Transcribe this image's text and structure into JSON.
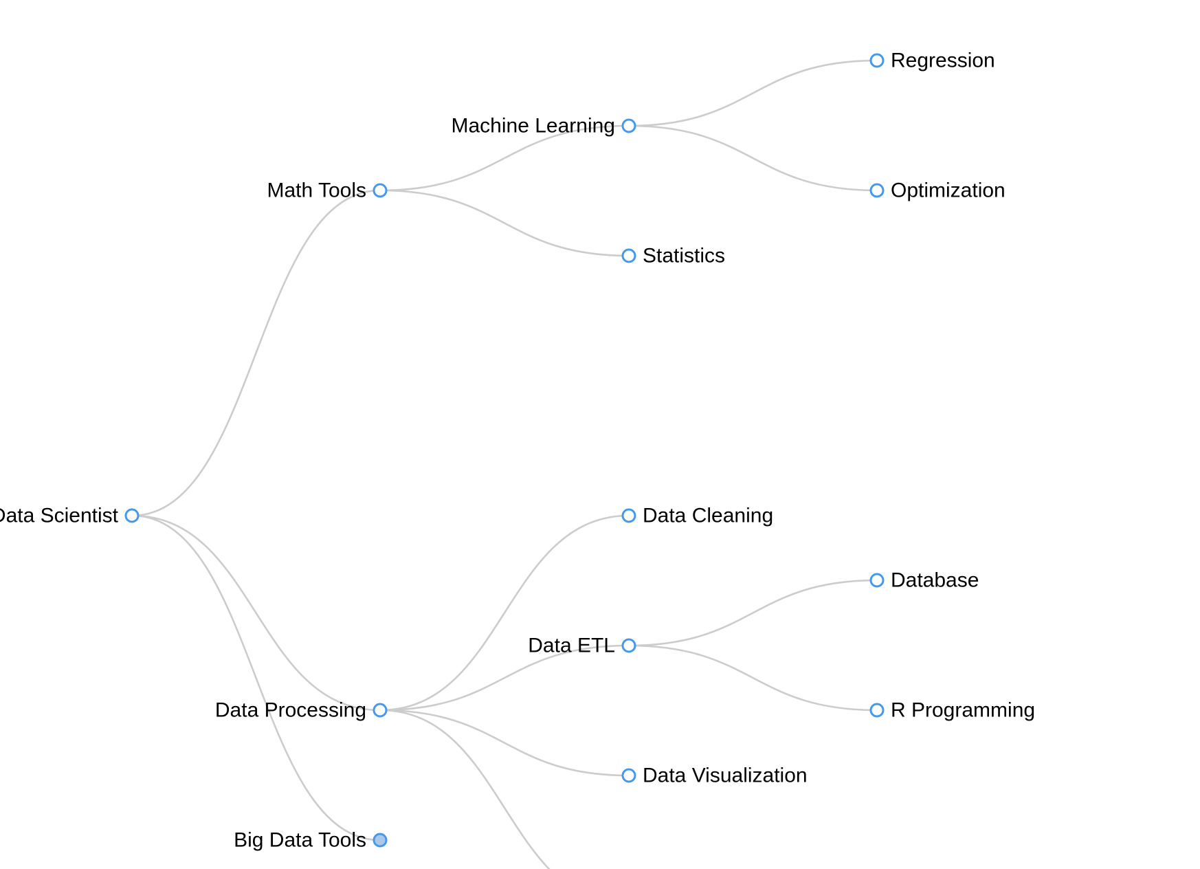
{
  "colors": {
    "link": "#cccccc",
    "node_stroke": "#4499ee",
    "node_fill_expanded": "#ffffff",
    "node_fill_collapsed": "#adc8e6",
    "label": "#000000"
  },
  "tree": {
    "nodes": [
      {
        "id": "root",
        "label": "Data Scientist",
        "depth": 0,
        "collapsed": false
      },
      {
        "id": "math",
        "label": "Math Tools",
        "depth": 1,
        "parent": "root",
        "collapsed": false
      },
      {
        "id": "ml",
        "label": "Machine Learning",
        "depth": 2,
        "parent": "math",
        "collapsed": false
      },
      {
        "id": "regression",
        "label": "Regression",
        "depth": 3,
        "parent": "ml",
        "collapsed": false
      },
      {
        "id": "optimization",
        "label": "Optimization",
        "depth": 3,
        "parent": "ml",
        "collapsed": false
      },
      {
        "id": "statistics",
        "label": "Statistics",
        "depth": 2,
        "parent": "math",
        "collapsed": false
      },
      {
        "id": "dataproc",
        "label": "Data Processing",
        "depth": 1,
        "parent": "root",
        "collapsed": false
      },
      {
        "id": "cleaning",
        "label": "Data Cleaning",
        "depth": 2,
        "parent": "dataproc",
        "collapsed": false
      },
      {
        "id": "etl",
        "label": "Data ETL",
        "depth": 2,
        "parent": "dataproc",
        "collapsed": false
      },
      {
        "id": "database",
        "label": "Database",
        "depth": 3,
        "parent": "etl",
        "collapsed": false
      },
      {
        "id": "rprog",
        "label": "R Programming",
        "depth": 3,
        "parent": "etl",
        "collapsed": false
      },
      {
        "id": "dataviz",
        "label": "Data Visualization",
        "depth": 2,
        "parent": "dataproc",
        "collapsed": false
      },
      {
        "id": "bigdata",
        "label": "Big Data Tools",
        "depth": 1,
        "parent": "root",
        "collapsed": true
      }
    ]
  }
}
